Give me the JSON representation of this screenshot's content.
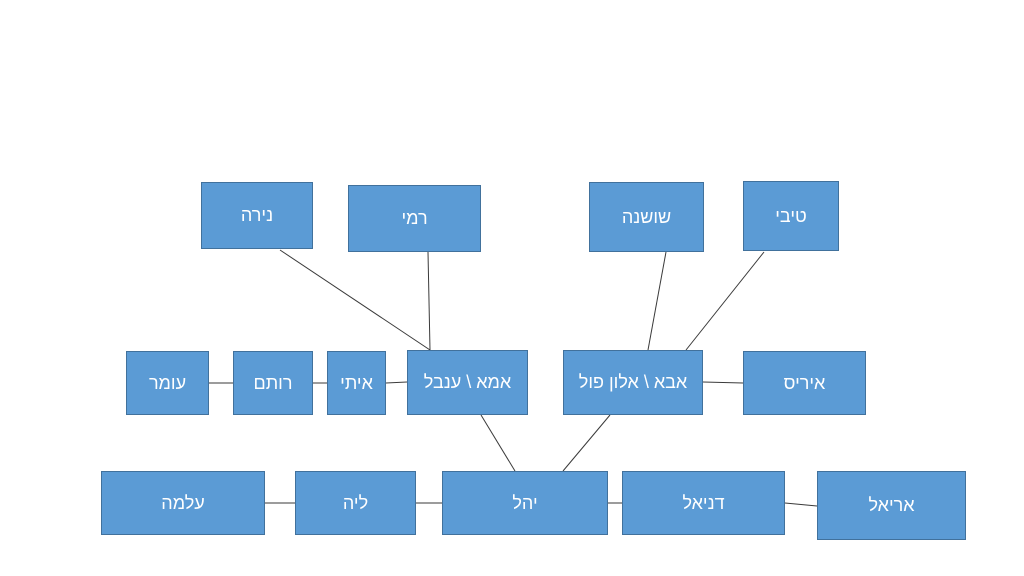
{
  "nodes": {
    "nira": "נירה",
    "rami": "רמי",
    "shoshana": "שושנה",
    "tibi": "טיבי",
    "omer": "עומר",
    "rotem": "רותם",
    "itai": "איתי",
    "ima": "אמא \\ ענבל",
    "aba": "אבא \\ אלון פול",
    "iris": "איריס",
    "alma": "עלמה",
    "lia": "ליה",
    "yahel": "יהל",
    "daniel": "דניאל",
    "ariel": "אריאל"
  },
  "colors": {
    "node_fill": "#5b9bd5",
    "node_border": "#41719c",
    "node_text": "#ffffff",
    "connector": "#3a3a3a"
  }
}
